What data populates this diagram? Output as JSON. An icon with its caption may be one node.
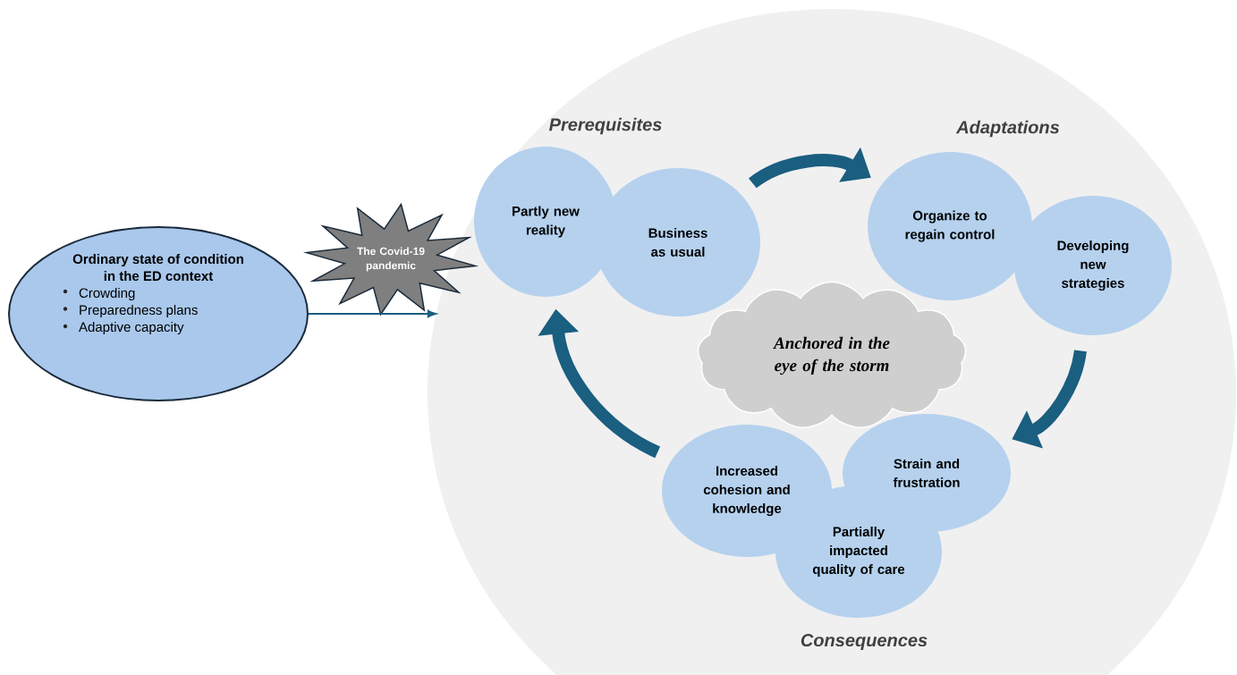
{
  "diagram": {
    "nodes": [
      {
        "text": [
          "Ordinary state of condition in the ED context",
          "Crowding",
          "Preparedness plans",
          "Adaptive capacity"
        ]
      },
      {
        "text": [
          "The Covid-19 pandemic"
        ]
      },
      {
        "text": [],
        "shape": "circle"
      },
      {
        "text": [
          "Partly new reality"
        ],
        "in": 2
      },
      {
        "text": [
          "Business as usual"
        ],
        "in": 2
      },
      {
        "text": [
          "Organize to regain control"
        ],
        "in": 2
      },
      {
        "text": [
          "Developing new strategies"
        ],
        "in": 2
      },
      {
        "text": [
          "Anchored in the eye of the storm"
        ],
        "in": 2
      },
      {
        "text": [
          "Increased cohesion and knowledge"
        ],
        "in": 2
      },
      {
        "text": [
          "Strain and frustration"
        ],
        "in": 2
      },
      {
        "text": [
          "Partially impacted quality of care"
        ],
        "in": 2
      }
    ],
    "edges": [
      {
        "from": 0,
        "to": 2,
        "arrow": "to"
      },
      {
        "from": 4,
        "to": 5,
        "arrow": "to"
      },
      {
        "from": 6,
        "to": 9,
        "arrow": "to"
      },
      {
        "from": 8,
        "to": 3,
        "arrow": "to"
      }
    ],
    "labels": [
      "Prerequisites",
      "Adaptations",
      "Consequences"
    ]
  }
}
